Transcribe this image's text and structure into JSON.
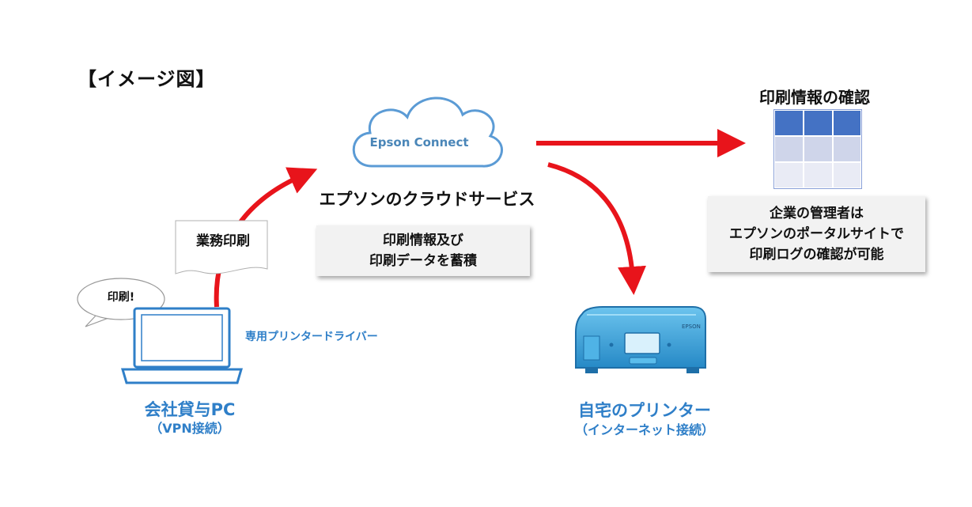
{
  "title": "【イメージ図】",
  "cloud": {
    "service_label": "Epson Connect",
    "caption": "エプソンのクラウドサービス",
    "note_lines": [
      "印刷情報及び",
      "印刷データを蓄積"
    ]
  },
  "pc": {
    "document_label": "業務印刷",
    "bubble_text": "印刷!",
    "driver_label": "専用プリンタードライバー",
    "title": "会社貸与PC",
    "subtitle": "（VPN接続）"
  },
  "printer": {
    "title": "自宅のプリンター",
    "subtitle": "（インターネット接続）"
  },
  "log": {
    "title": "印刷情報の確認",
    "note_lines": [
      "企業の管理者は",
      "エプソンのポータルサイトで",
      "印刷ログの確認が可能"
    ],
    "table_row_colors": [
      "#4472c4",
      "#cfd5ea",
      "#e9ebf5"
    ]
  },
  "colors": {
    "arrow": "#e8141b",
    "accent_blue": "#2f7fc8",
    "cloud_outline": "#5b9bd5",
    "printer_body": "#3da5dd"
  }
}
